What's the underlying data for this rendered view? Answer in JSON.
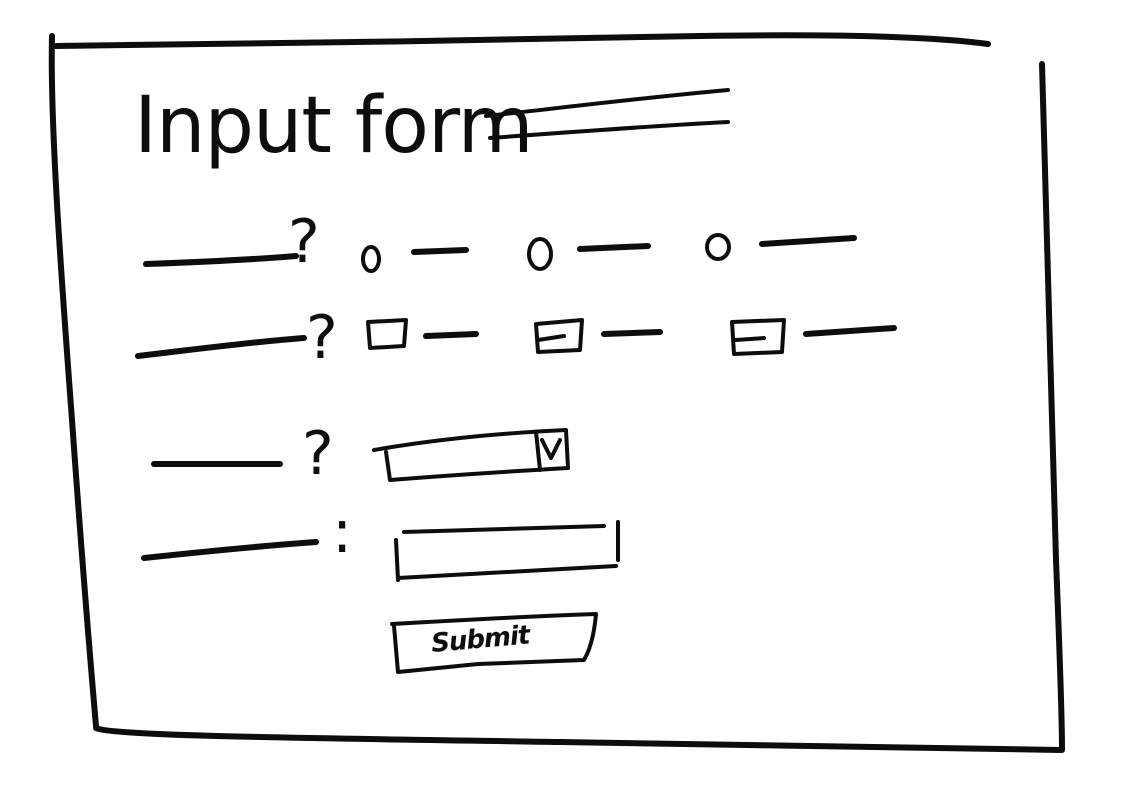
{
  "form": {
    "title": "Input form",
    "questions": [
      {
        "mark": "?",
        "control": "radio-group",
        "options": 3
      },
      {
        "mark": "?",
        "control": "checkbox-group",
        "options": 3
      },
      {
        "mark": "?",
        "control": "select"
      },
      {
        "mark": ":",
        "control": "text-input"
      }
    ],
    "submit_label": "Submit"
  },
  "select_icon": "chevron-down-icon",
  "colors": {
    "ink": "#0d0d0d",
    "paper": "#ffffff"
  }
}
